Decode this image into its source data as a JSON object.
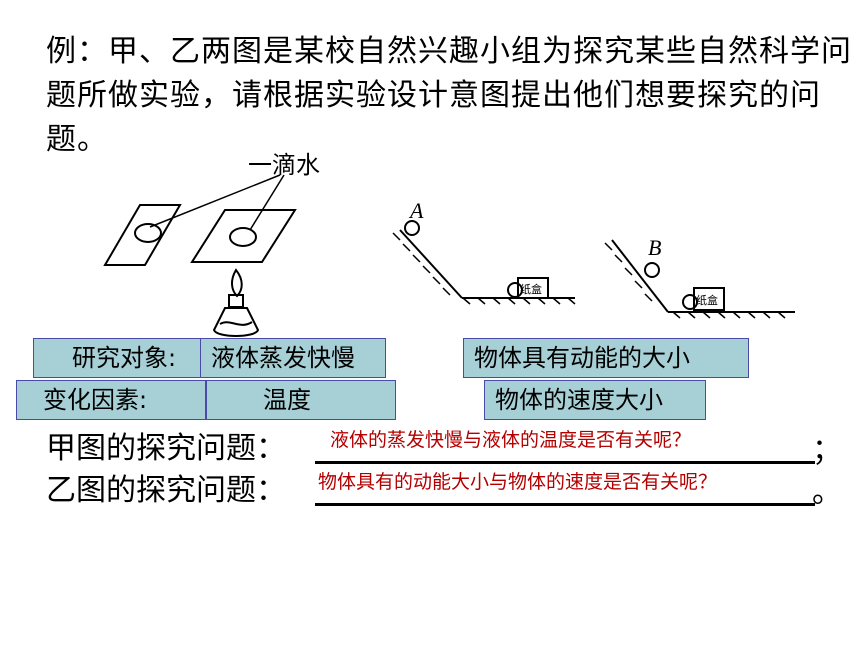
{
  "intro_text": "例：甲、乙两图是某校自然兴趣小组为探究某些自然科学问题所做实验，请根据实验设计意图提出他们想要探究的问题。",
  "diagram": {
    "water_drop_label": "一滴水",
    "ball_a_label": "A",
    "ball_b_label": "B",
    "box_label": "纸盒"
  },
  "left_labels": {
    "research_object_label": "研究对象:",
    "research_object_value": "液体蒸发快慢",
    "variable_label": "变化因素:",
    "variable_value": "温度"
  },
  "right_labels": {
    "research_object_value": "物体具有动能的大小",
    "variable_value": "物体的速度大小"
  },
  "questions": [
    {
      "prefix": "甲图的探究问题：",
      "answer": "液体的蒸发快慢与液体的温度是否有关呢？",
      "end": "；"
    },
    {
      "prefix": "乙图的探究问题：",
      "answer": "物体具有的动能大小与物体的速度是否有关呢？",
      "end": "。"
    }
  ]
}
